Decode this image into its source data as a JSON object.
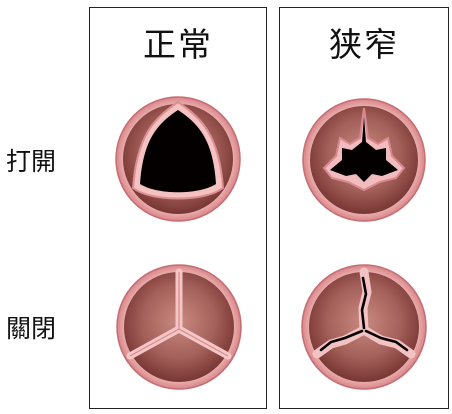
{
  "columns": {
    "normal": "正常",
    "stenosis": "狭窄"
  },
  "rows": {
    "open": "打開",
    "closed": "關閉"
  },
  "colors": {
    "tissue_light": "#f2c0bf",
    "tissue_rim": "#e38f92",
    "leaflet_dark": "#7a3532",
    "leaflet_mid": "#b06a62",
    "orifice": "#050000"
  }
}
